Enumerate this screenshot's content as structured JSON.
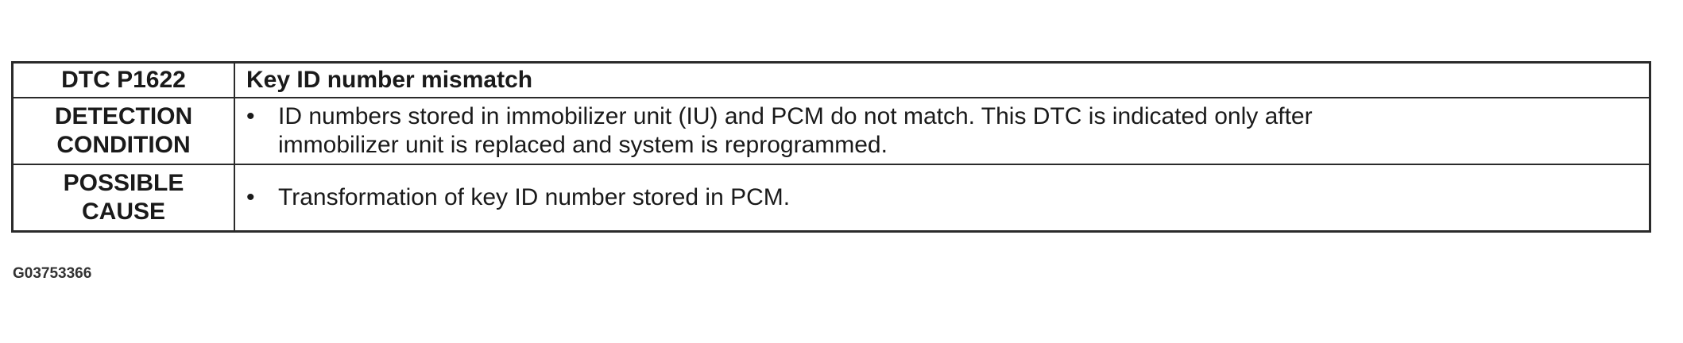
{
  "table": {
    "rows": [
      {
        "label_lines": [
          "DTC P1622"
        ],
        "content": "Key ID number mismatch"
      },
      {
        "label_lines": [
          "DETECTION",
          "CONDITION"
        ],
        "bullet": "•",
        "content_lines": [
          "ID numbers stored in immobilizer unit (IU) and PCM do not match. This DTC is indicated only after",
          "immobilizer unit is replaced and system is reprogrammed."
        ]
      },
      {
        "label_lines": [
          "POSSIBLE",
          "CAUSE"
        ],
        "bullet": "•",
        "content": "Transformation of key ID number stored in PCM."
      }
    ]
  },
  "figure_id": "G03753366"
}
